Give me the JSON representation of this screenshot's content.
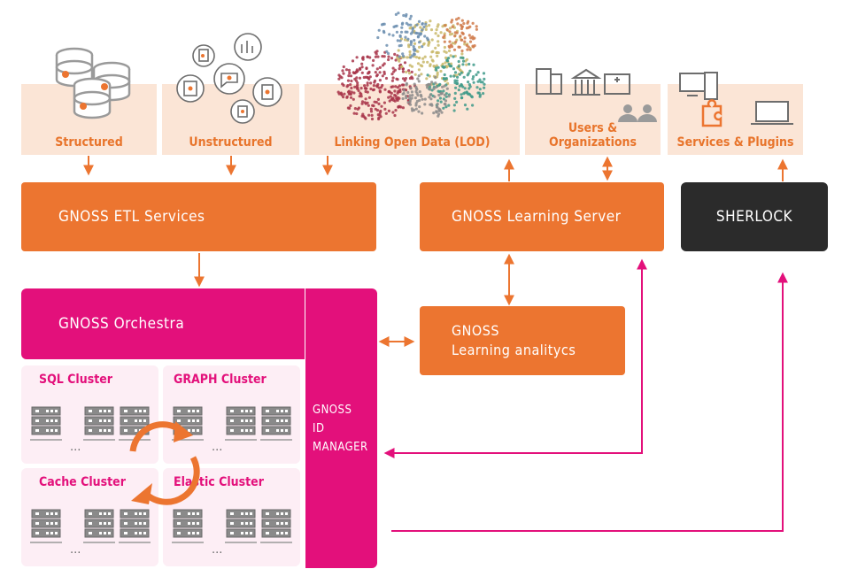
{
  "sources": {
    "structured": "Structured",
    "unstructured": "Unstructured",
    "lod": "Linking Open Data (LOD)",
    "users": "Users & Organizations",
    "services": "Services & Plugins"
  },
  "boxes": {
    "etl": "GNOSS ETL Services",
    "learning_server": "GNOSS Learning Server",
    "sherlock": "SHERLOCK",
    "orchestra": "GNOSS Orchestra",
    "analytics_line1": "GNOSS",
    "analytics_line2": "Learning analitycs",
    "id_manager_line1": "GNOSS",
    "id_manager_line2": "ID",
    "id_manager_line3": "MANAGER"
  },
  "clusters": {
    "sql": "SQL Cluster",
    "graph": "GRAPH Cluster",
    "cache": "Cache Cluster",
    "elastic": "Elastic Cluster",
    "ellipsis": "..."
  },
  "colors": {
    "orange": "#ec7530",
    "magenta": "#e3107b",
    "dark": "#2b2b2b",
    "source_bg": "#fbe5d6",
    "cluster_bg": "#fdeef5"
  }
}
